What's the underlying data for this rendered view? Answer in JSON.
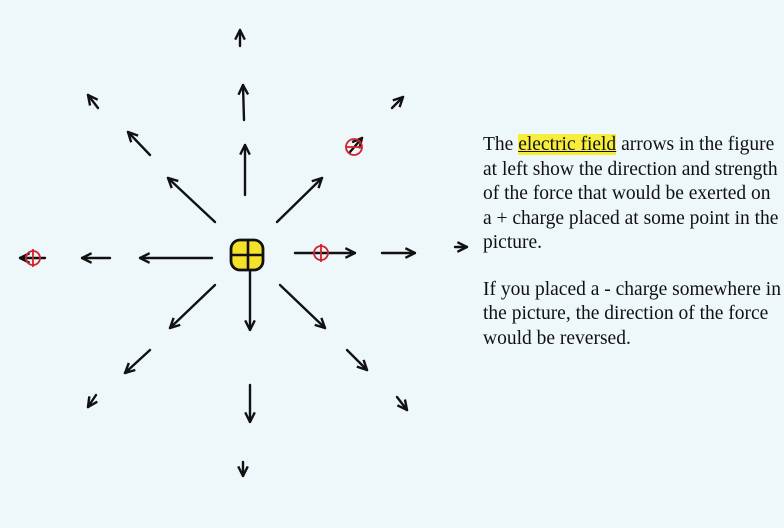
{
  "explanation": {
    "p1_before": "The ",
    "p1_highlight": "electric field",
    "p1_after": " arrows in the figure at left show the direction and strength of the force that would be exerted on a + charge placed at some point in the picture.",
    "p2": "If you placed a - charge somewhere in the picture, the direction of the force would be reversed."
  },
  "colors": {
    "charge_fill": "#f5e02a",
    "test_charge": "#d8202a",
    "arrow": "#111111"
  }
}
